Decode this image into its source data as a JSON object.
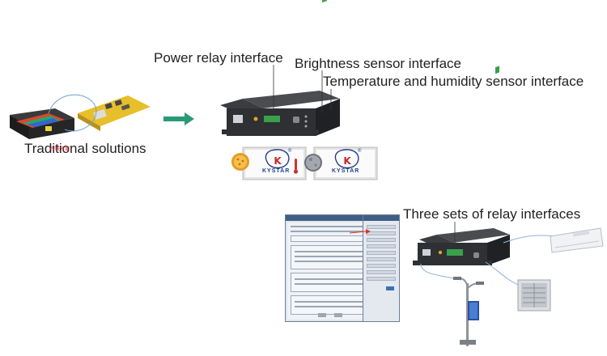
{
  "labels": {
    "traditional": "Traditional solutions",
    "traditional_overlay": "传统方案",
    "power_relay": "Power relay interface",
    "brightness": "Brightness sensor interface",
    "temperature": "Temperature and humidity sensor interface",
    "three_relay": "Three sets of relay interfaces"
  },
  "brand": {
    "name": "KYSTAR",
    "registered": "®",
    "logo_letter": "K"
  },
  "colors": {
    "arrow": "#2a9a74",
    "device": "#2e3033",
    "terminal": "#3aa04a",
    "brand_blue": "#1f3f8c",
    "leader_line": "#333333",
    "cable": "#8fb4d8"
  },
  "icons": {
    "sun": "sun-icon",
    "thermometer": "thermometer-icon",
    "moon": "moon-icon",
    "air_conditioner": "air-conditioner-icon",
    "exhaust_fan": "exhaust-fan-icon",
    "street_light": "street-light-icon"
  }
}
